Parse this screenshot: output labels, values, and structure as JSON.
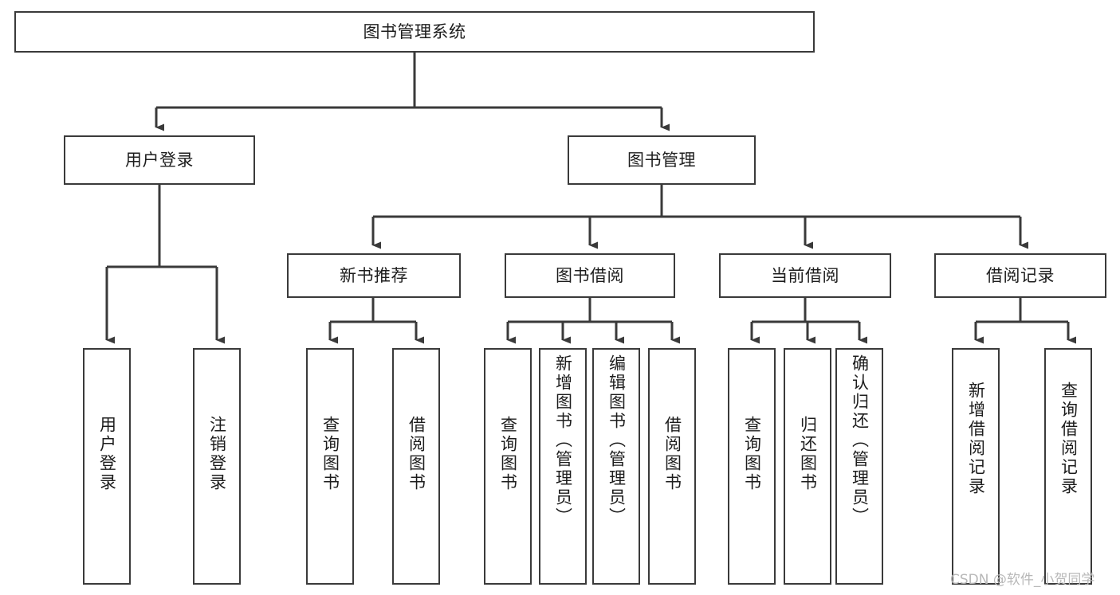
{
  "diagram": {
    "type": "tree-hierarchy",
    "title": "图书管理系统",
    "watermark": "CSDN @软件_小贺同学",
    "colors": {
      "box_border": "#3a3a3a",
      "box_fill": "#ffffff",
      "connector": "#3a3a3a",
      "text": "#1d1d1d",
      "watermark": "#b8b8b8"
    },
    "nodes": {
      "root": {
        "label": "图书管理系统"
      },
      "level2": [
        {
          "label": "用户登录"
        },
        {
          "label": "图书管理"
        }
      ],
      "level3": [
        {
          "label": "新书推荐"
        },
        {
          "label": "图书借阅"
        },
        {
          "label": "当前借阅"
        },
        {
          "label": "借阅记录"
        }
      ],
      "leaves": {
        "user_login": [
          {
            "label": "用户登录"
          },
          {
            "label": "注销登录"
          }
        ],
        "new_book_recommend": [
          {
            "label": "查询图书"
          },
          {
            "label": "借阅图书"
          }
        ],
        "book_borrow": [
          {
            "label": "查询图书"
          },
          {
            "label": "新增图书（管理员）"
          },
          {
            "label": "编辑图书（管理员）"
          },
          {
            "label": "借阅图书"
          }
        ],
        "current_borrow": [
          {
            "label": "查询图书"
          },
          {
            "label": "归还图书"
          },
          {
            "label": "确认归还（管理员）"
          }
        ],
        "borrow_record": [
          {
            "label": "新增借阅记录"
          },
          {
            "label": "查询借阅记录"
          }
        ]
      }
    }
  }
}
